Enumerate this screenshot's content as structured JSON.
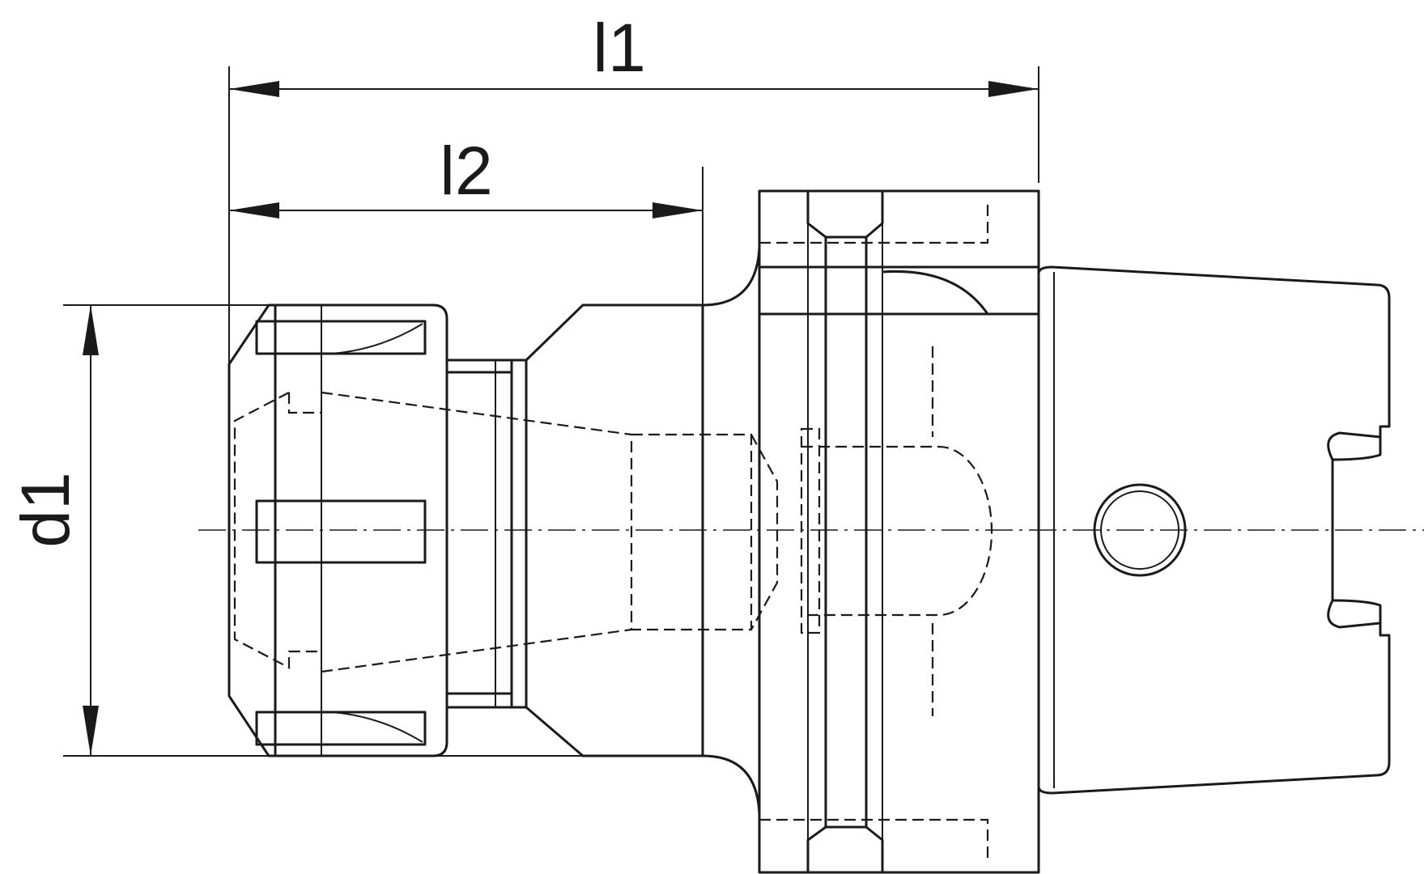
{
  "drawing": {
    "dimensions": [
      {
        "id": "l1",
        "label": "l1"
      },
      {
        "id": "l2",
        "label": "l2"
      },
      {
        "id": "d1",
        "label": "d1"
      }
    ],
    "line_color": "#1a1a1a",
    "background": "#ffffff"
  }
}
